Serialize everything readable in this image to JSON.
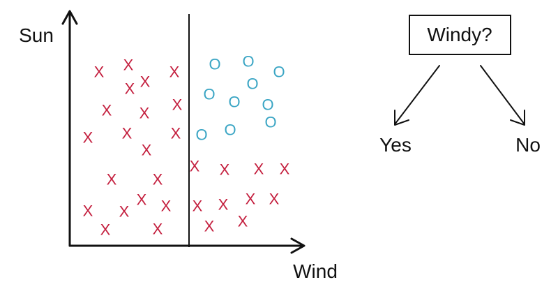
{
  "axes": {
    "y_label": "Sun",
    "x_label": "Wind"
  },
  "symbols": {
    "x_symbol": "X",
    "o_symbol": "O"
  },
  "colors": {
    "x_color": "#c4203f",
    "o_color": "#3aa5c4",
    "line_color": "#111111"
  },
  "tree": {
    "question": "Windy?",
    "left_answer": "Yes",
    "right_answer": "No"
  }
}
